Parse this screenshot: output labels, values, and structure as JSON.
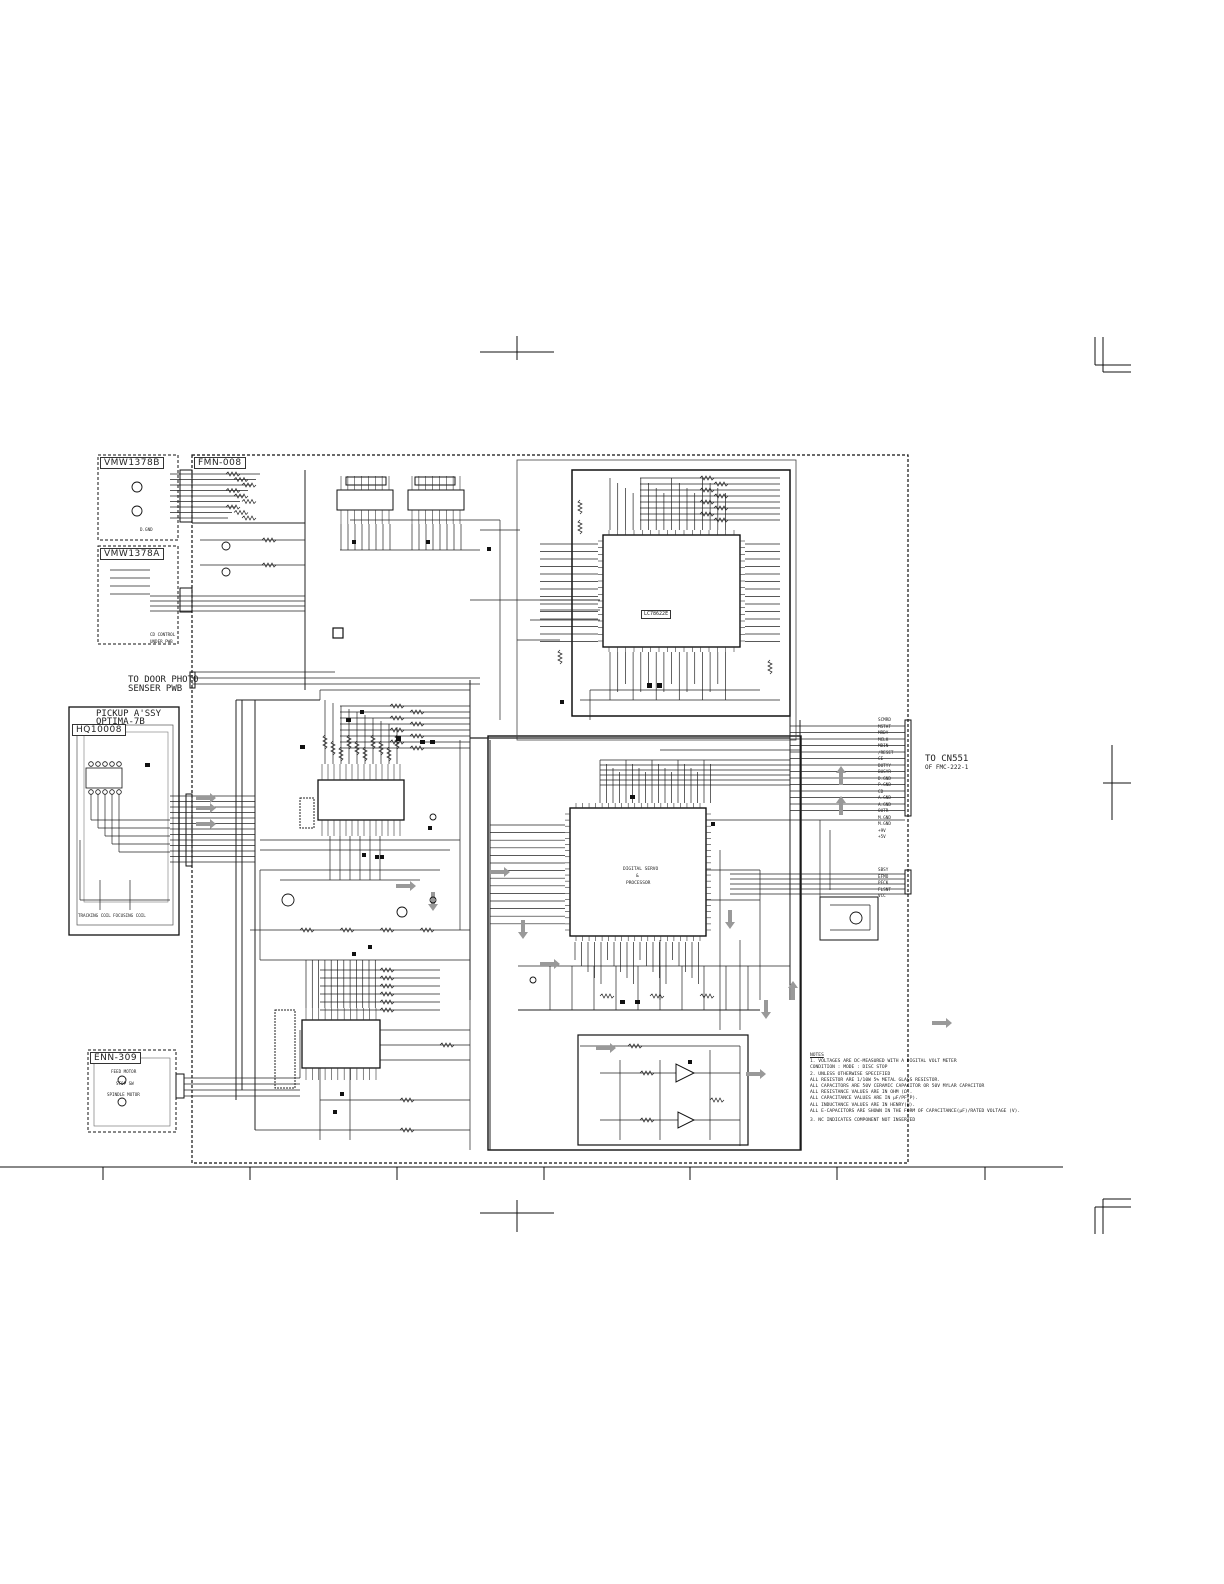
{
  "boxes": {
    "vmw1378b": "VMW1378B",
    "vmw1378a": "VMW1378A",
    "fmn008": "FMN-008",
    "hq10008": "HQ10008",
    "enn309": "ENN-309"
  },
  "pickup": {
    "line1": "PICKUP A'SSY",
    "line2": "OPTIMA-7B"
  },
  "door_photo": {
    "line1": "TO DOOR PHOTO",
    "line2": "SENSER PWB"
  },
  "to_cn": {
    "line1": "TO CN551",
    "line2": "OF FMC-222-1"
  },
  "ic_labels": {
    "main_dsp_line1": "DIGITAL SERVO",
    "main_dsp_line2": "&",
    "main_dsp_line3": "PROCESSOR",
    "upper_chip": "LC78622E"
  },
  "motors": {
    "feed": "FEED MOTOR",
    "stop": "STOP SW",
    "spindle": "SPINDLE MOTOR"
  },
  "coils": {
    "tracking": "TRACKING COIL",
    "focusing": "FOCUSING COIL"
  },
  "misc": {
    "d_gnd": "D.GND",
    "cd_control": "CD CONTROL\nUNDER PWB"
  },
  "right_connector_pins": [
    "SCMRD",
    "MSTAT",
    "MRDY",
    "MCLK",
    "MDIN",
    "/RESET",
    "CE",
    "DUTYY",
    "BUSYR",
    "D.GND",
    "P.GND",
    "CD",
    "A.GND",
    "A.GND",
    "OUTR",
    "M.GND",
    "M.GND",
    "+9V",
    "+5V"
  ],
  "right_connector_pins_2": [
    "SBSY",
    "EFMO",
    "PFCK",
    "FLSNT",
    "VCC"
  ],
  "notes": {
    "title": "NOTES",
    "n1": "1. VOLTAGES ARE DC-MEASURED WITH A DIGITAL VOLT METER",
    "n1b": "   CONDITION : MODE    : DISC STOP",
    "n2": "2. UNLESS OTHERWISE SPECIFIED",
    "n2a": "   ALL RESISTOR ARE 1/10W 5% METAL GLASS RESISTOR.",
    "n2b": "   ALL CAPACITORS ARE 50V CERAMIC CAPACITOR OR 50V MYLAR CAPACITOR",
    "n2c": "   ALL RESISTANCE VALUES ARE IN OHM (Ω).",
    "n2d": "   ALL CAPACITANCE VALUES ARE IN μF/PF(P).",
    "n2e": "   ALL INDUCTANCE VALUES ARE IN HENRY(H).",
    "n2f": "   ALL E-CAPACITORS ARE SHOWN IN THE FORM OF CAPACITANCE(μF)/RATED VOLTAGE (V).",
    "n3": "3. NC INDICATES COMPONENT NOT INSERTED"
  }
}
